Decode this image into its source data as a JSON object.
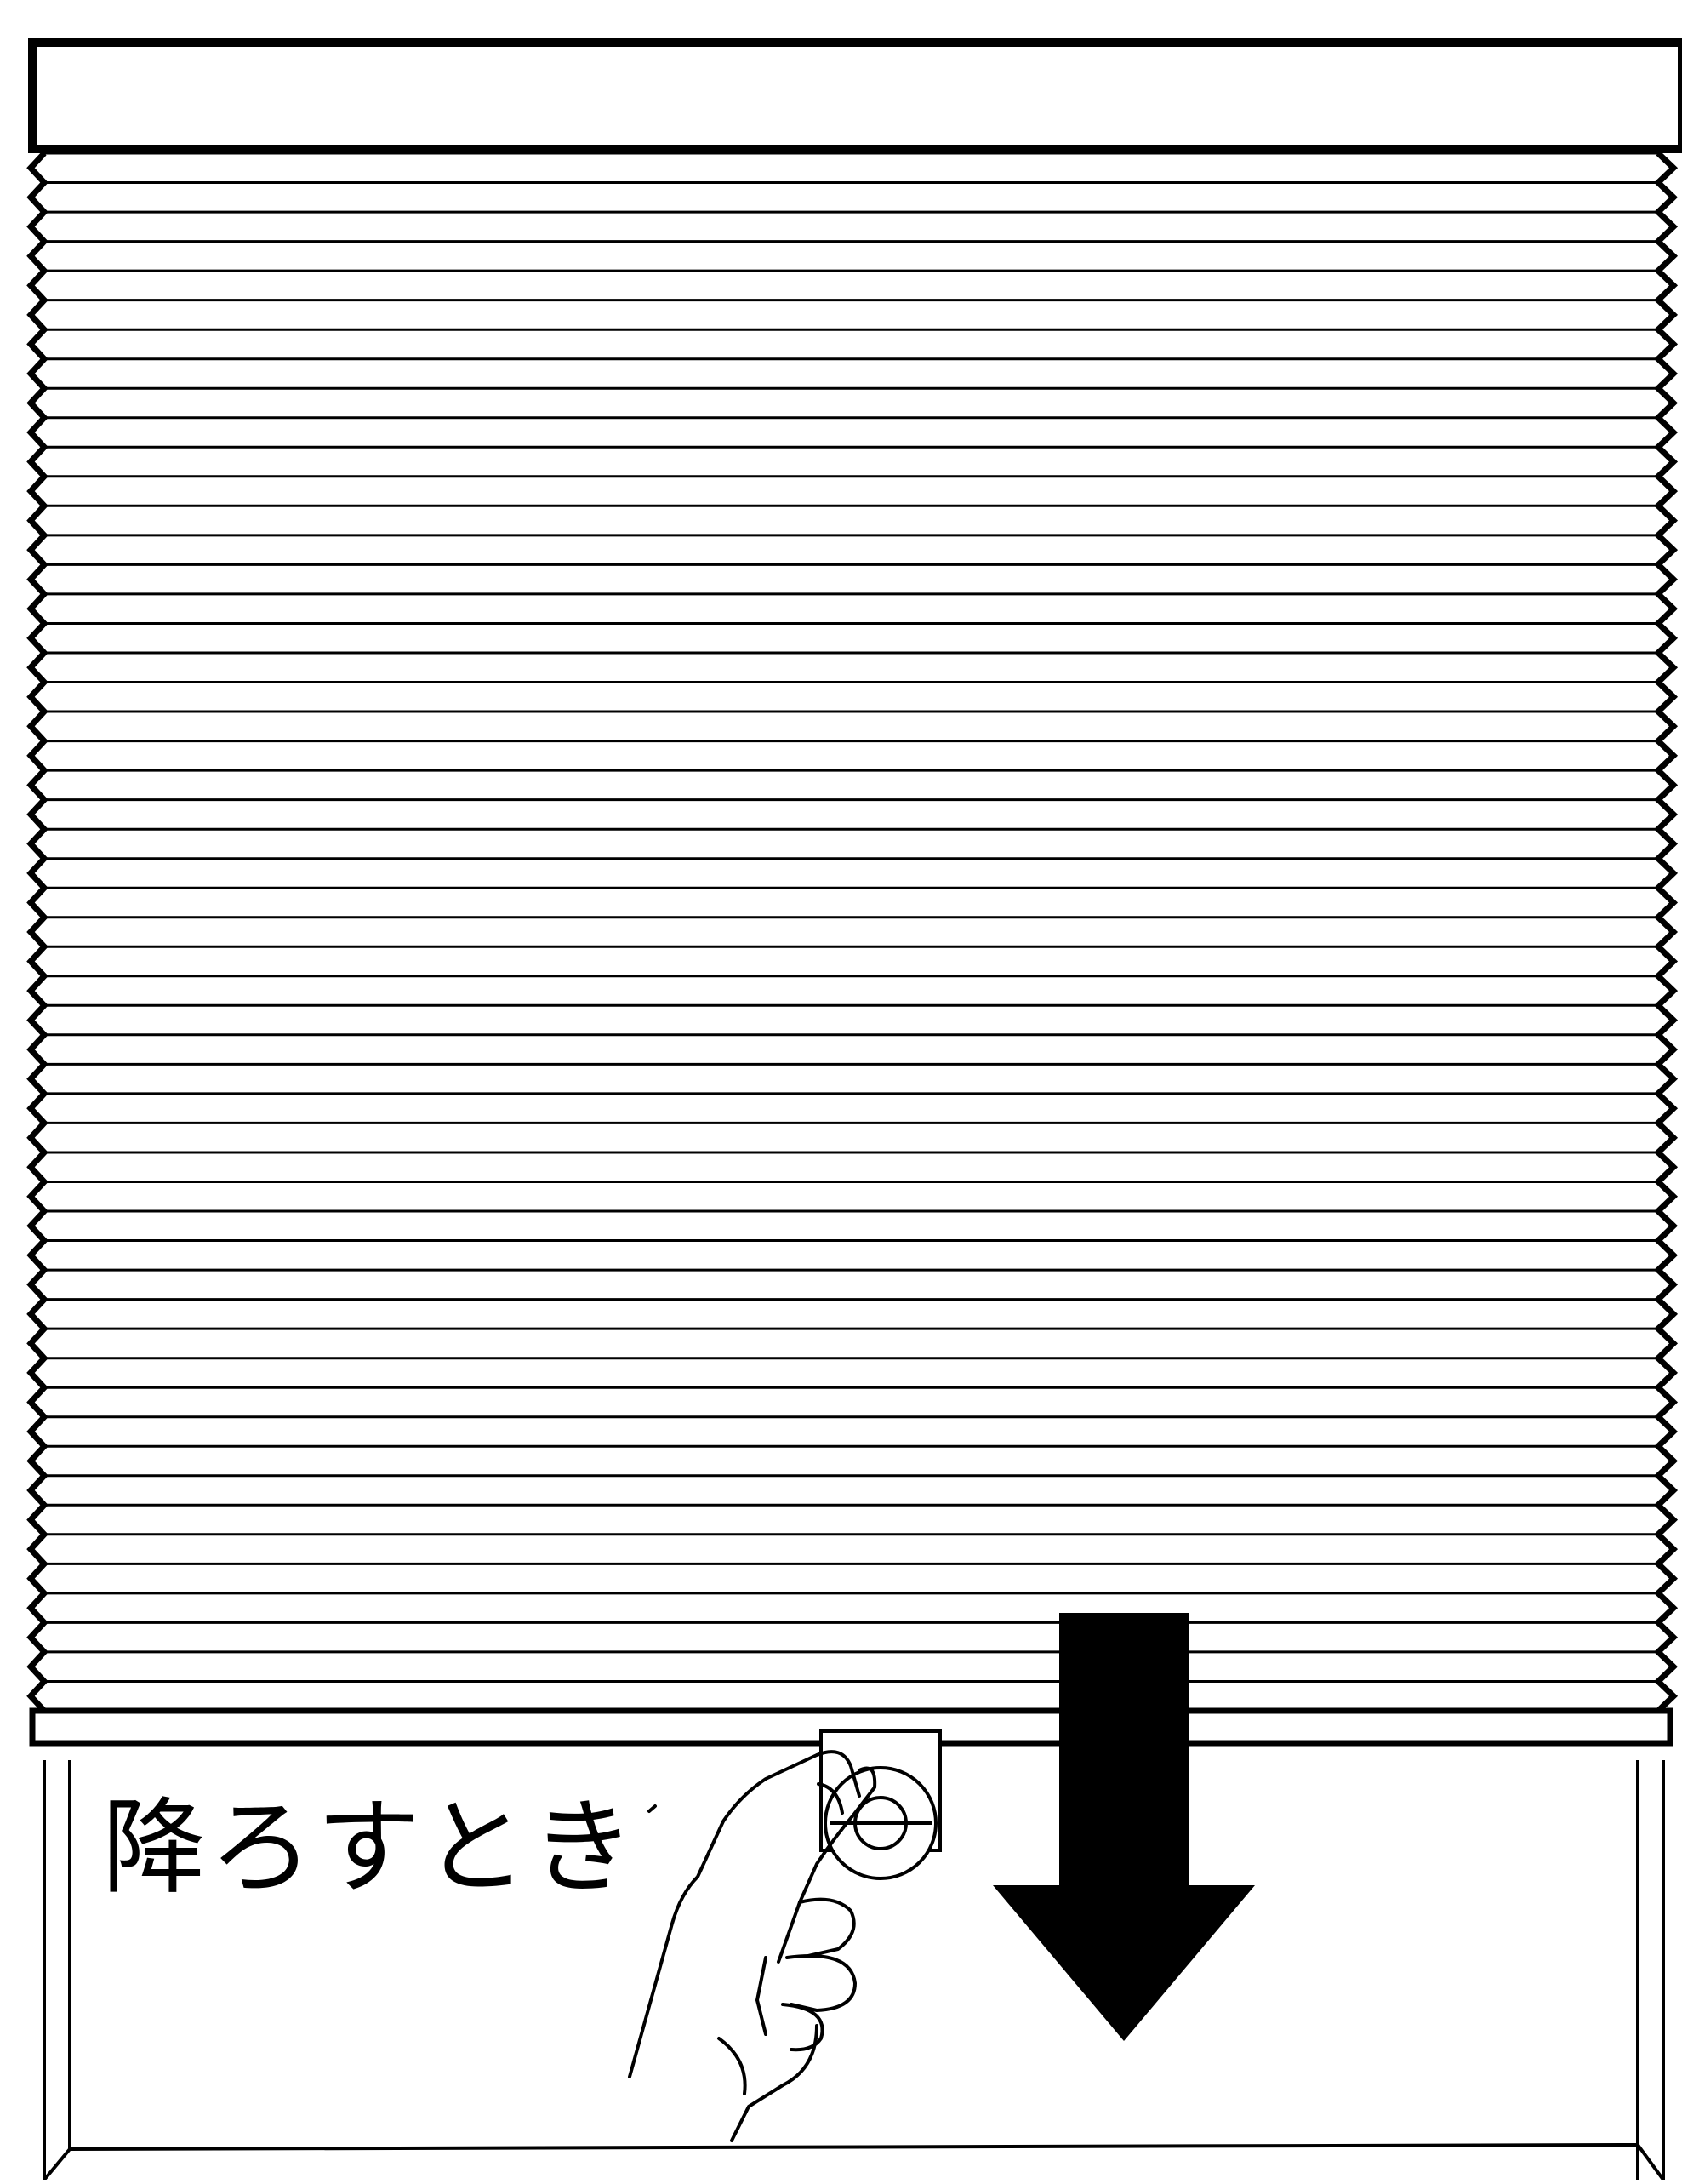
{
  "diagram": {
    "caption": "降ろすとき",
    "pleat_count": 53,
    "pull_direction": "down",
    "colors": {
      "ink": "#000000",
      "paper": "#ffffff"
    },
    "icons": {
      "arrow": "arrow-down-icon",
      "hand": "hand-icon",
      "knob": "pull-knob-icon"
    }
  }
}
